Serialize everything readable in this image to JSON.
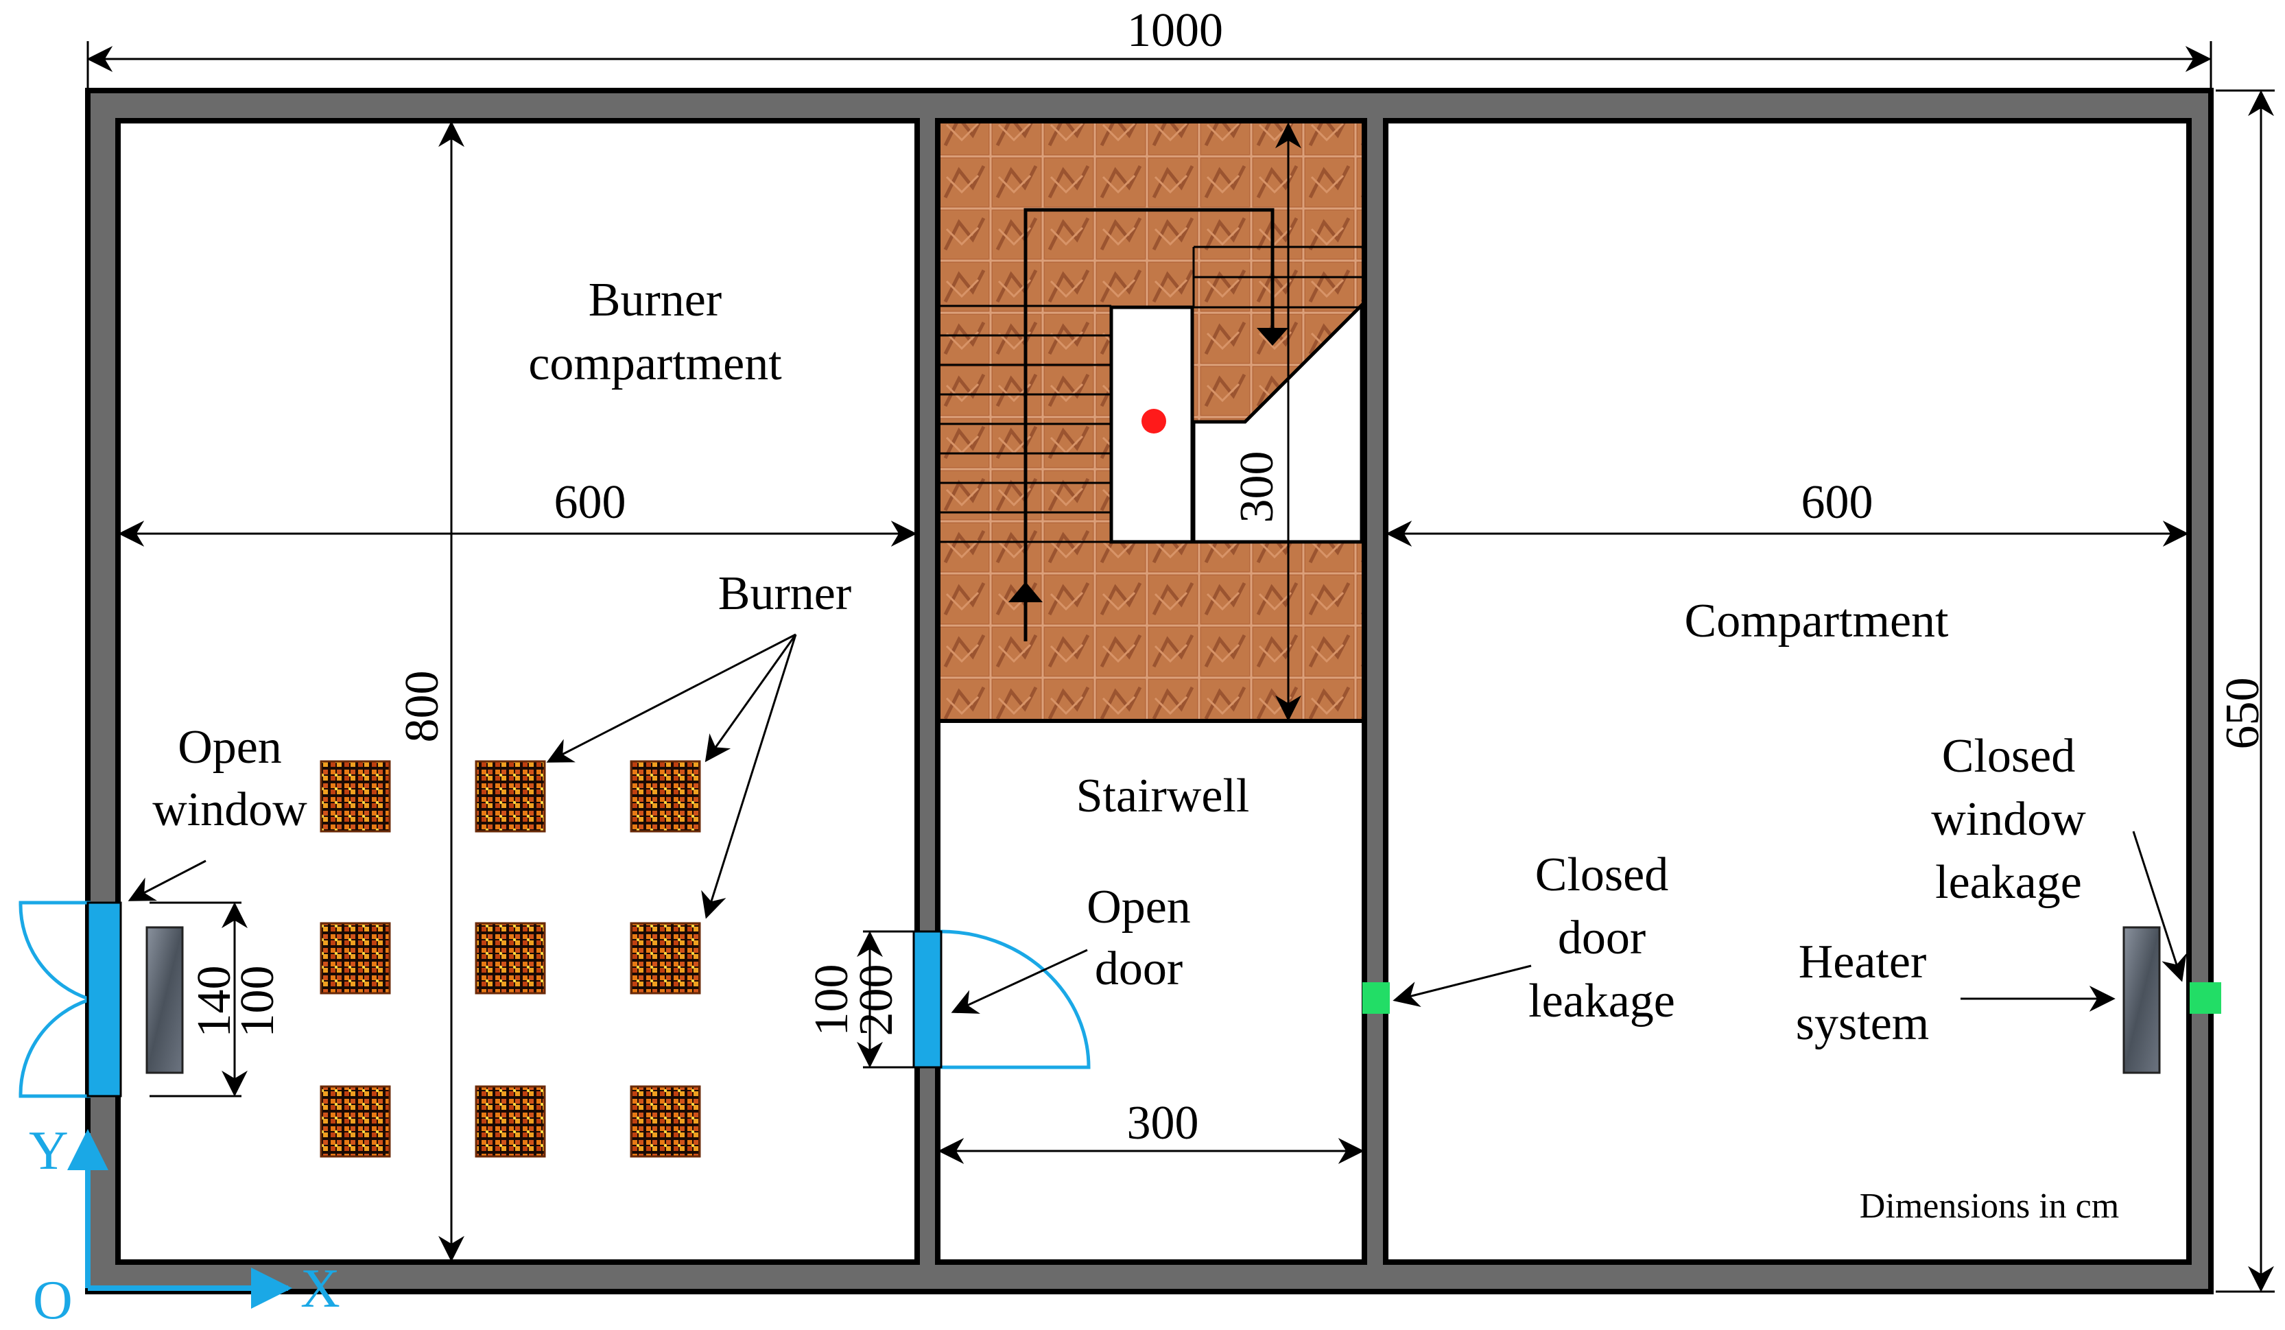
{
  "labels": {
    "total_width": "1000",
    "total_height": "650",
    "burner_width": "600",
    "burner_height": "800",
    "compartment_width": "600",
    "stair_height": "300",
    "stair_width": "300",
    "window_outer": "140",
    "window_inner": "100",
    "door_inner": "100",
    "door_outer": "200",
    "burner_comp_line1": "Burner",
    "burner_comp_line2": "compartment",
    "burner": "Burner",
    "open_window_line1": "Open",
    "open_window_line2": "window",
    "stairwell": "Stairwell",
    "open_door_line1": "Open",
    "open_door_line2": "door",
    "closed_door_line1": "Closed",
    "closed_door_line2": "door",
    "closed_door_line3": "leakage",
    "closed_window_line1": "Closed",
    "closed_window_line2": "window",
    "closed_window_line3": "leakage",
    "heater_line1": "Heater",
    "heater_line2": "system",
    "compartment": "Compartment",
    "dimensions_note": "Dimensions in cm",
    "axis_y": "Y",
    "axis_x": "X",
    "axis_origin": "O"
  },
  "colors": {
    "wall": "#6b6b6b",
    "opening": "#1aa8e6",
    "leakage": "#22dd66",
    "fire_point": "#ff1a1a",
    "stair_tile": "#b5683c"
  },
  "burner_grid": {
    "rows": 3,
    "cols": 3
  }
}
